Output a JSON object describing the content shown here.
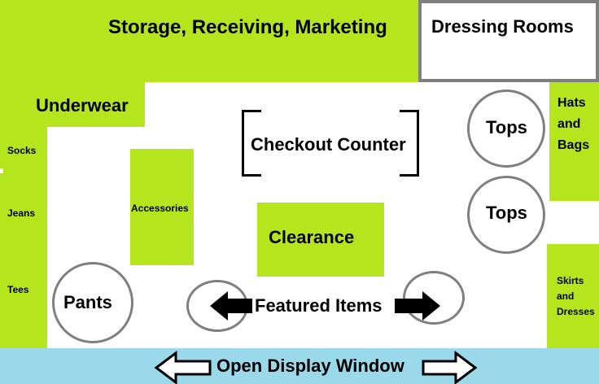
{
  "colors": {
    "zone_green": "#b5e61d",
    "window_blue": "#99d9ea",
    "fixture_gray": "#7f7f7f",
    "black": "#000000"
  },
  "zones": {
    "storage": "Storage, Receiving, Marketing",
    "dressing_rooms": "Dressing Rooms",
    "underwear": "Underwear",
    "socks": "Socks",
    "jeans": "Jeans",
    "tees": "Tees",
    "accessories": "Accessories",
    "checkout": "Checkout Counter",
    "clearance": "Clearance",
    "tops_1": "Tops",
    "tops_2": "Tops",
    "hats_bags": [
      "Hats",
      "and",
      "Bags"
    ],
    "skirts_dresses": [
      "Skirts",
      "and",
      "Dresses"
    ],
    "pants": "Pants",
    "featured": "Featured Items",
    "window": "Open Display Window"
  },
  "icons": {
    "left_arrow": "arrow-left-icon",
    "right_arrow": "arrow-right-icon"
  }
}
